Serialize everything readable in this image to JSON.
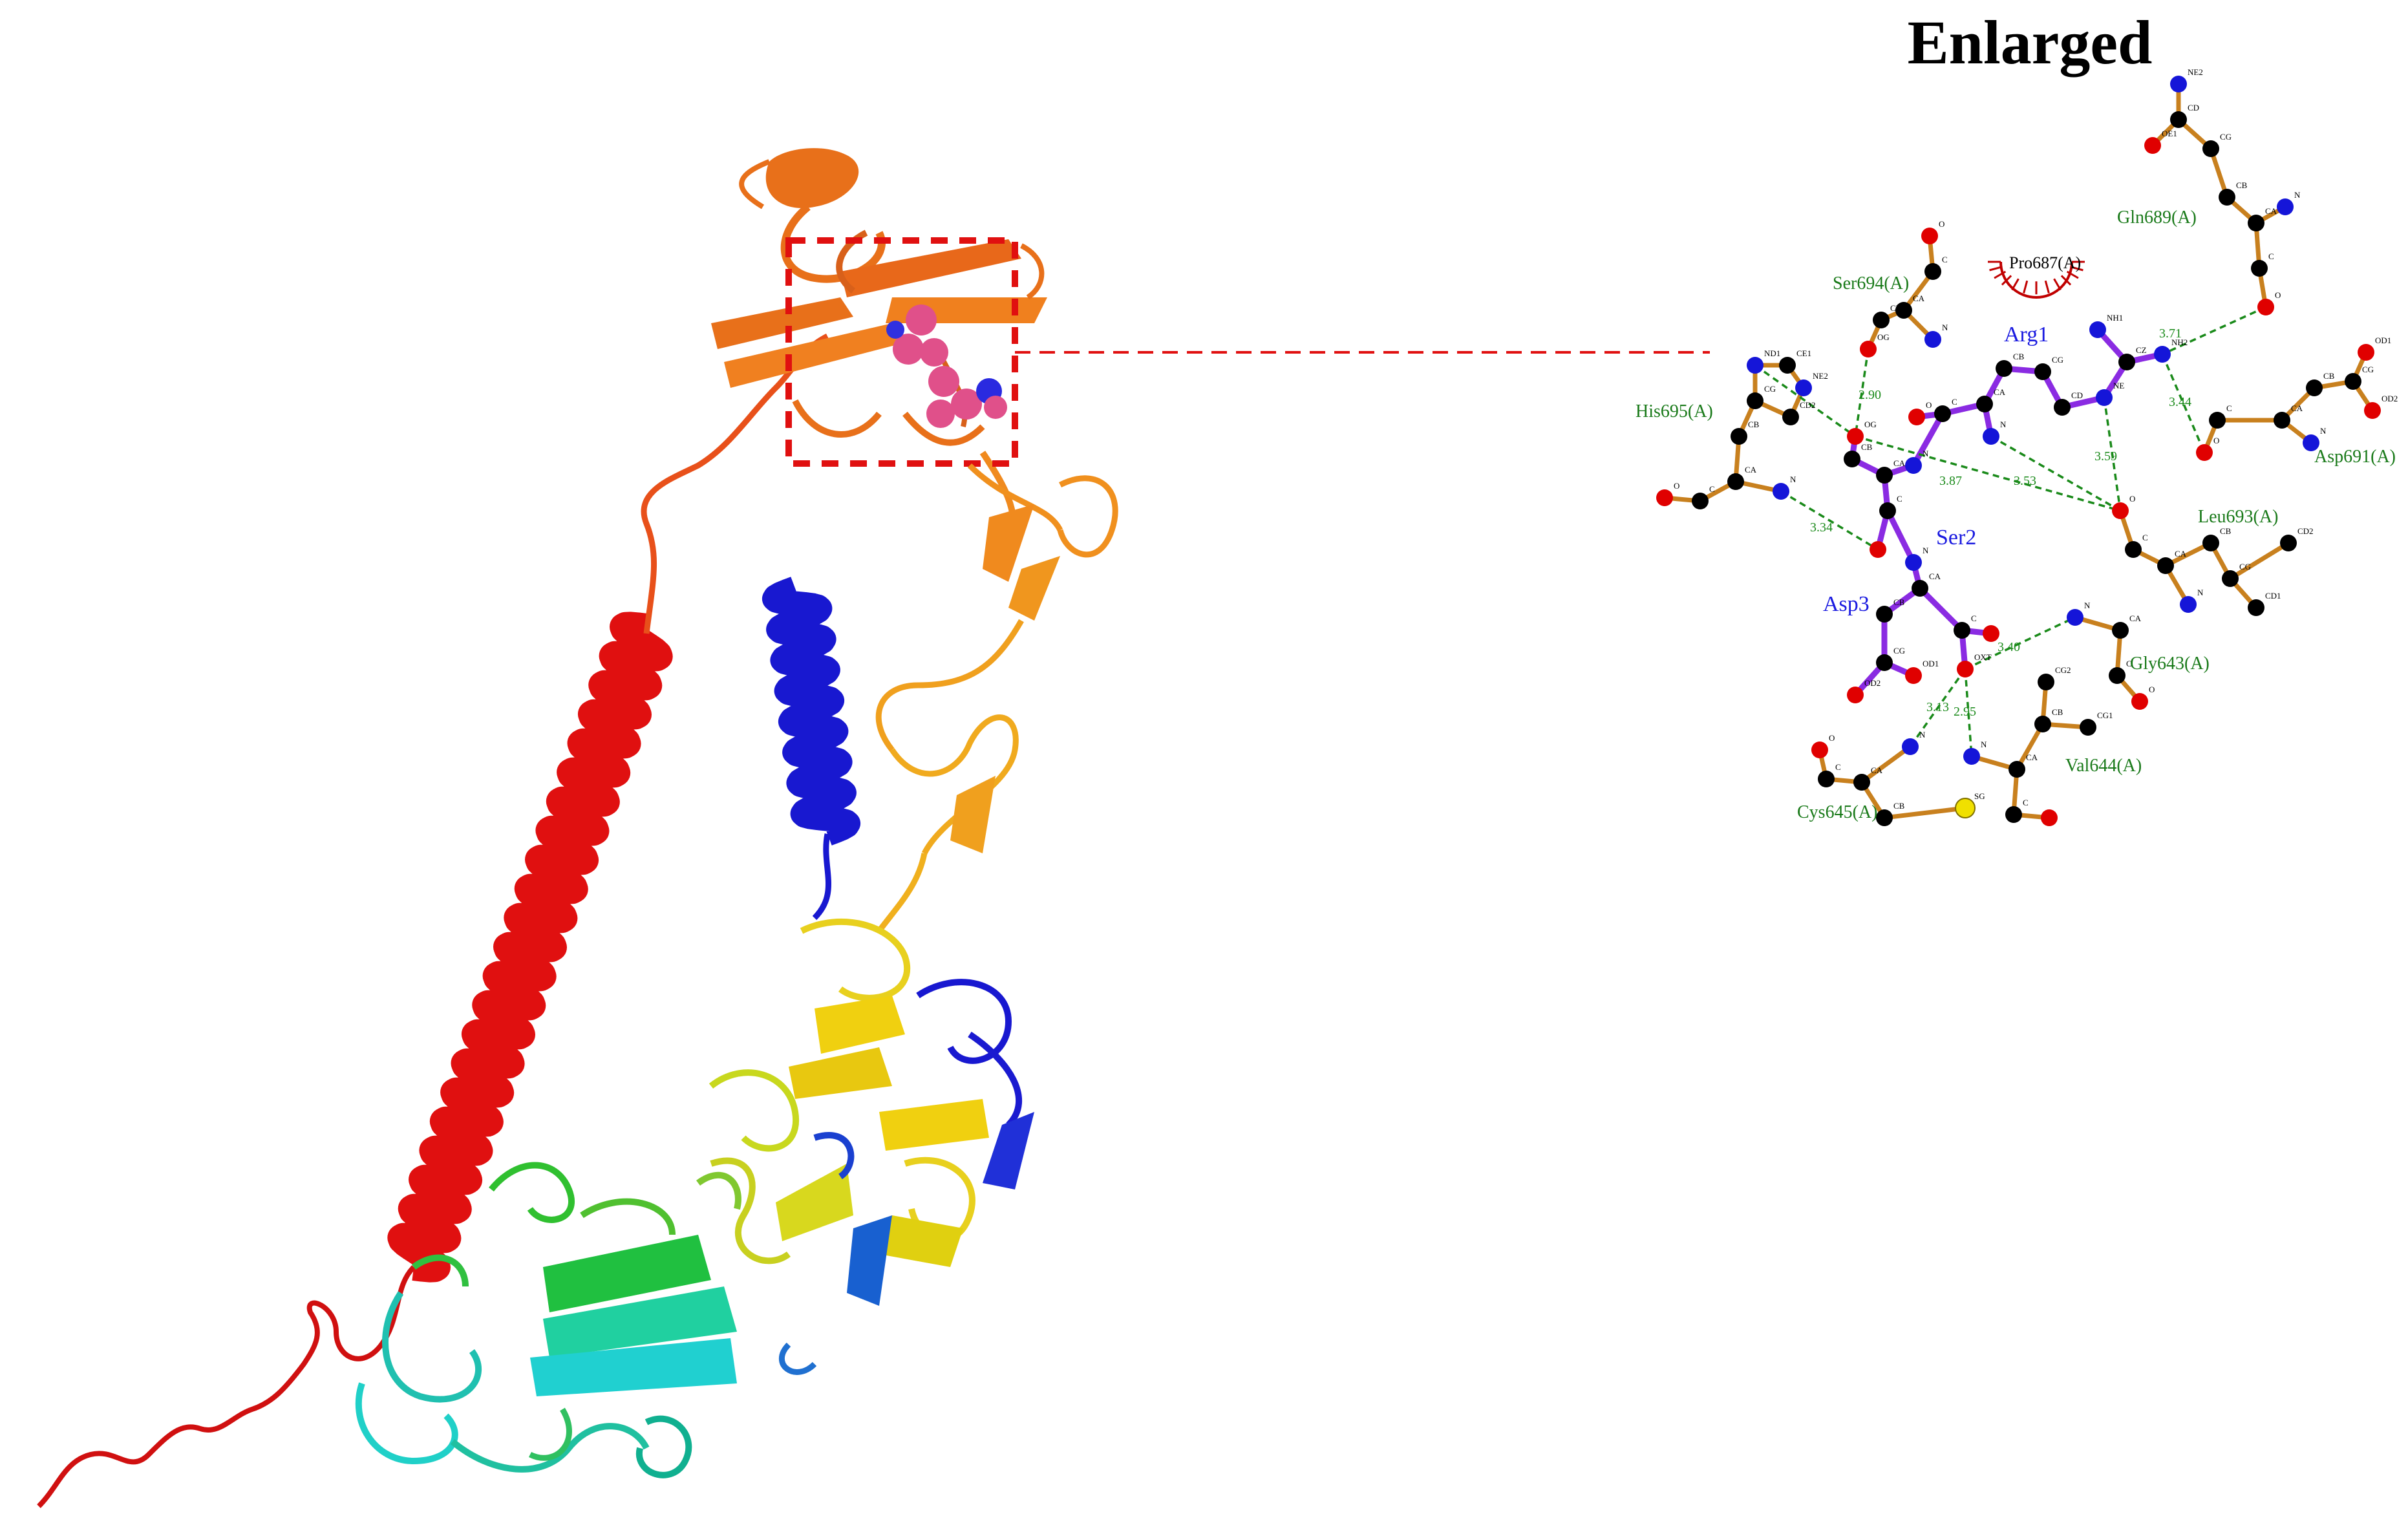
{
  "title": "Enlarged",
  "colors": {
    "carbon": "#000000",
    "oxygen": "#e00000",
    "nitrogen": "#1515d8",
    "sulfur": "#f0e000",
    "ligand_bond": "#8a2be2",
    "residue_bond": "#c8801e",
    "hbond": "#1a8a1a",
    "hydrophobic": "#c00000",
    "residue_label": "#1a7a1a",
    "ligand_label": "#1a1ae0",
    "callout": "#e00000"
  },
  "ligand": {
    "residues": [
      {
        "id": "arg1",
        "label": "Arg1"
      },
      {
        "id": "ser2",
        "label": "Ser2"
      },
      {
        "id": "asp3",
        "label": "Asp3"
      }
    ]
  },
  "residues": [
    {
      "id": "gln689",
      "label": "Gln689(A)"
    },
    {
      "id": "ser694",
      "label": "Ser694(A)"
    },
    {
      "id": "his695",
      "label": "His695(A)"
    },
    {
      "id": "asp691",
      "label": "Asp691(A)"
    },
    {
      "id": "leu693",
      "label": "Leu693(A)"
    },
    {
      "id": "gly643",
      "label": "Gly643(A)"
    },
    {
      "id": "val644",
      "label": "Val644(A)"
    },
    {
      "id": "cys645",
      "label": "Cys645(A)"
    }
  ],
  "hydrophobic_contacts": [
    {
      "id": "pro687",
      "label": "Pro687(A)"
    }
  ],
  "hbond_distances": [
    "3.71",
    "3.44",
    "2.90",
    "3.87",
    "3.53",
    "3.59",
    "3.34",
    "3.40",
    "3.13",
    "2.95"
  ],
  "atom_labels": [
    "NE2",
    "CD",
    "OE1",
    "CG",
    "CB",
    "CA",
    "N",
    "C",
    "O",
    "OG",
    "ND1",
    "CE1",
    "CD2",
    "NH1",
    "NH2",
    "CZ",
    "NE",
    "OD1",
    "OD2",
    "CG1",
    "CG2",
    "SG",
    "OXT"
  ]
}
